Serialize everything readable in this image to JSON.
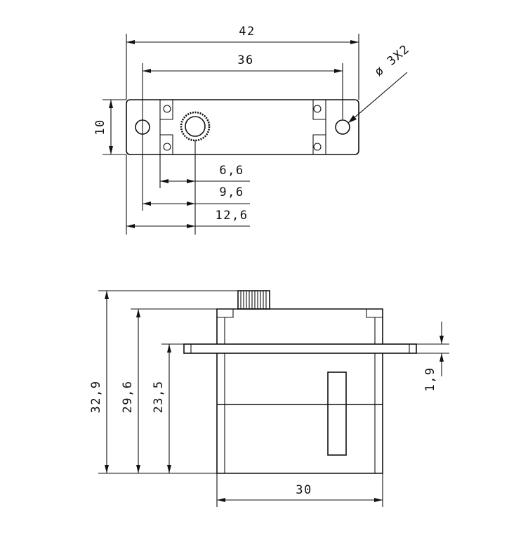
{
  "dimensions": {
    "top_width_overall": "42",
    "top_hole_spacing": "36",
    "top_height": "10",
    "hole_diameter": "ø 3X2",
    "offset_small": "6,6",
    "offset_mid": "9,6",
    "offset_large": "12,6",
    "side_total_height": "32,9",
    "side_body_height": "29,6",
    "side_flange_height": "23,5",
    "side_flange_thickness": "1,9",
    "side_body_width": "30"
  }
}
